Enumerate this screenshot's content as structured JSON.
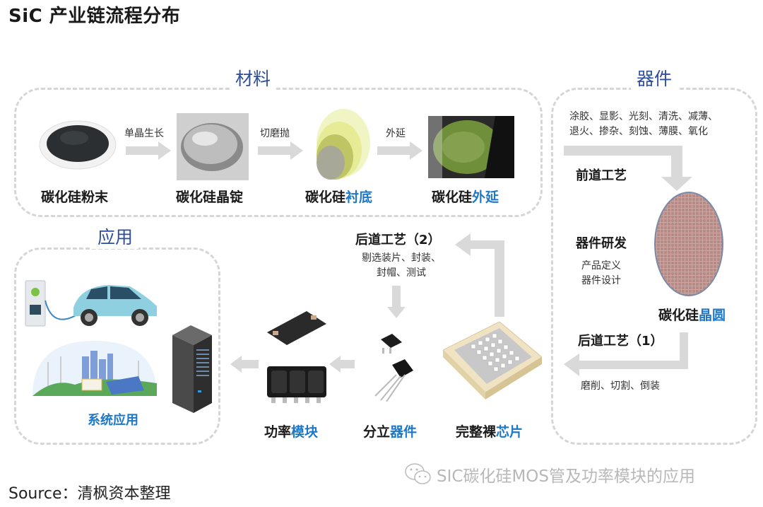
{
  "title": "SiC 产业链流程分布",
  "sections": {
    "materials": {
      "label": "材料"
    },
    "devices": {
      "label": "器件"
    },
    "applications": {
      "label": "应用"
    }
  },
  "materials_flow": {
    "steps": [
      {
        "prefix": "碳化硅粉末",
        "highlight": ""
      },
      {
        "prefix": "碳化硅晶锭",
        "highlight": ""
      },
      {
        "prefix": "碳化硅",
        "highlight": "衬底"
      },
      {
        "prefix": "碳化硅",
        "highlight": "外延"
      }
    ],
    "arrows": [
      "单晶生长",
      "切磨抛",
      "外延"
    ]
  },
  "devices_flow": {
    "front_process": {
      "steps_text_line1": "涂胶、显影、光刻、清洗、减薄、",
      "steps_text_line2": "退火、掺杂、刻蚀、薄膜、氧化",
      "label": "前道工艺"
    },
    "rd": {
      "label": "器件研发",
      "line1": "产品定义",
      "line2": "器件设计"
    },
    "wafer": {
      "prefix": "碳化硅",
      "highlight": "晶圆"
    },
    "back_process_1": {
      "label": "后道工艺（1）",
      "steps_text": "磨削、切割、倒装"
    }
  },
  "packaging_flow": {
    "back_process_2": {
      "label": "后道工艺（2）",
      "line1": "剔选装片、封装、",
      "line2": "封帽、测试"
    },
    "bare_chip": {
      "prefix": "完整裸",
      "highlight": "芯片"
    },
    "discrete": {
      "prefix": "分立",
      "highlight": "器件"
    },
    "module": {
      "prefix": "功率",
      "highlight": "模块"
    }
  },
  "applications_box": {
    "system_label": "系统应用"
  },
  "footer": {
    "source": "Source：清枫资本整理",
    "watermark": "SIC碳化硅MOS管及功率模块的应用"
  },
  "colors": {
    "section_label": "#2f4f9e",
    "highlight": "#1e78c8",
    "dash_border": "#d6d6d6",
    "arrow": "#d9d9d9"
  }
}
